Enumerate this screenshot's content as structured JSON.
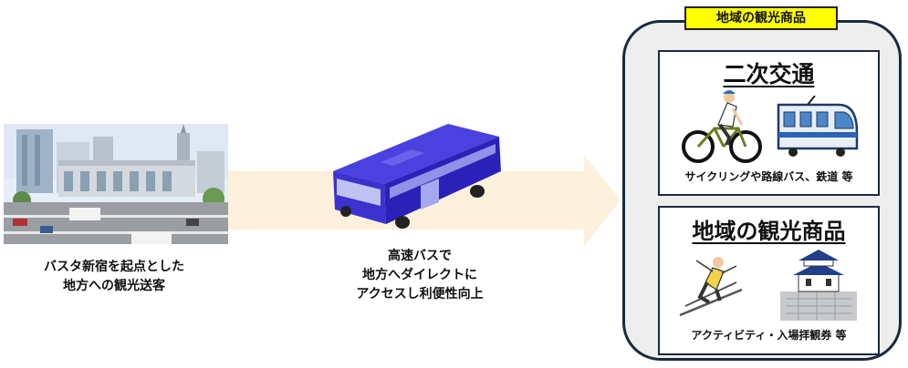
{
  "left": {
    "caption_line1": "バスタ新宿を起点とした",
    "caption_line2": "地方への観光送客"
  },
  "middle": {
    "caption_line1": "高速バスで",
    "caption_line2": "地方へダイレクトに",
    "caption_line3": "アクセスし利便性向上"
  },
  "right": {
    "title": "地域の観光商品",
    "section1": {
      "title": "二次交通",
      "note": "サイクリングや路線バス、鉄道 等",
      "icons": [
        "cyclist-icon",
        "train-icon"
      ]
    },
    "section2": {
      "title": "地域の観光商品",
      "note": "アクティビティ・入場拝観券 等",
      "icons": [
        "skier-icon",
        "castle-icon"
      ]
    }
  },
  "colors": {
    "arrow": "#fdf0dc",
    "bus": "#3a2fc8",
    "badge": "#ffff00",
    "frame": "#1b2a3e",
    "panel": "#eeeeee"
  }
}
